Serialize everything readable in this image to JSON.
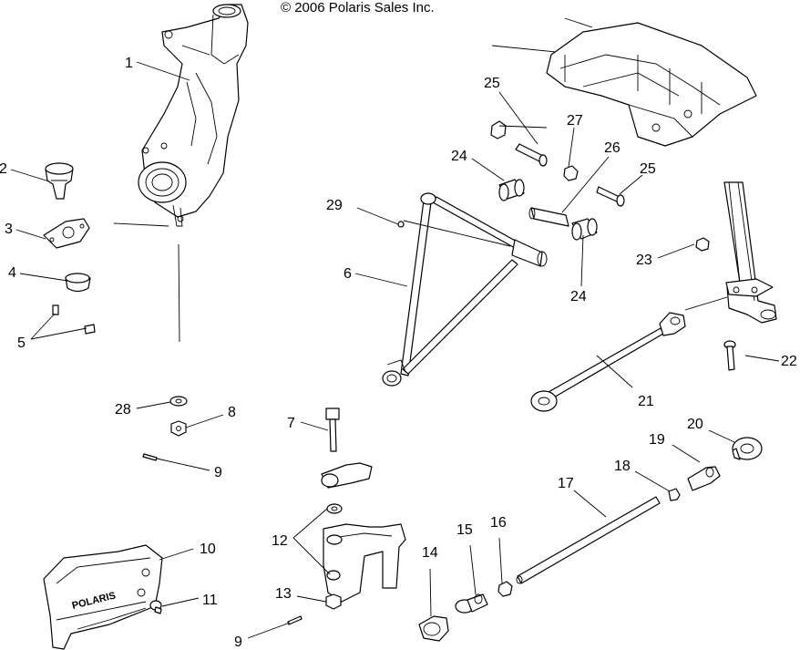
{
  "copyright": "© 2006 Polaris Sales Inc.",
  "logo_text": "POLARIS",
  "callouts": [
    "1",
    "2",
    "3",
    "4",
    "5",
    "6",
    "7",
    "8",
    "9",
    "9",
    "10",
    "11",
    "12",
    "13",
    "14",
    "15",
    "16",
    "17",
    "18",
    "19",
    "20",
    "21",
    "22",
    "23",
    "24",
    "24",
    "25",
    "25",
    "26",
    "27",
    "28",
    "29"
  ],
  "colors": {
    "line": "#000000",
    "background": "#ffffff"
  }
}
